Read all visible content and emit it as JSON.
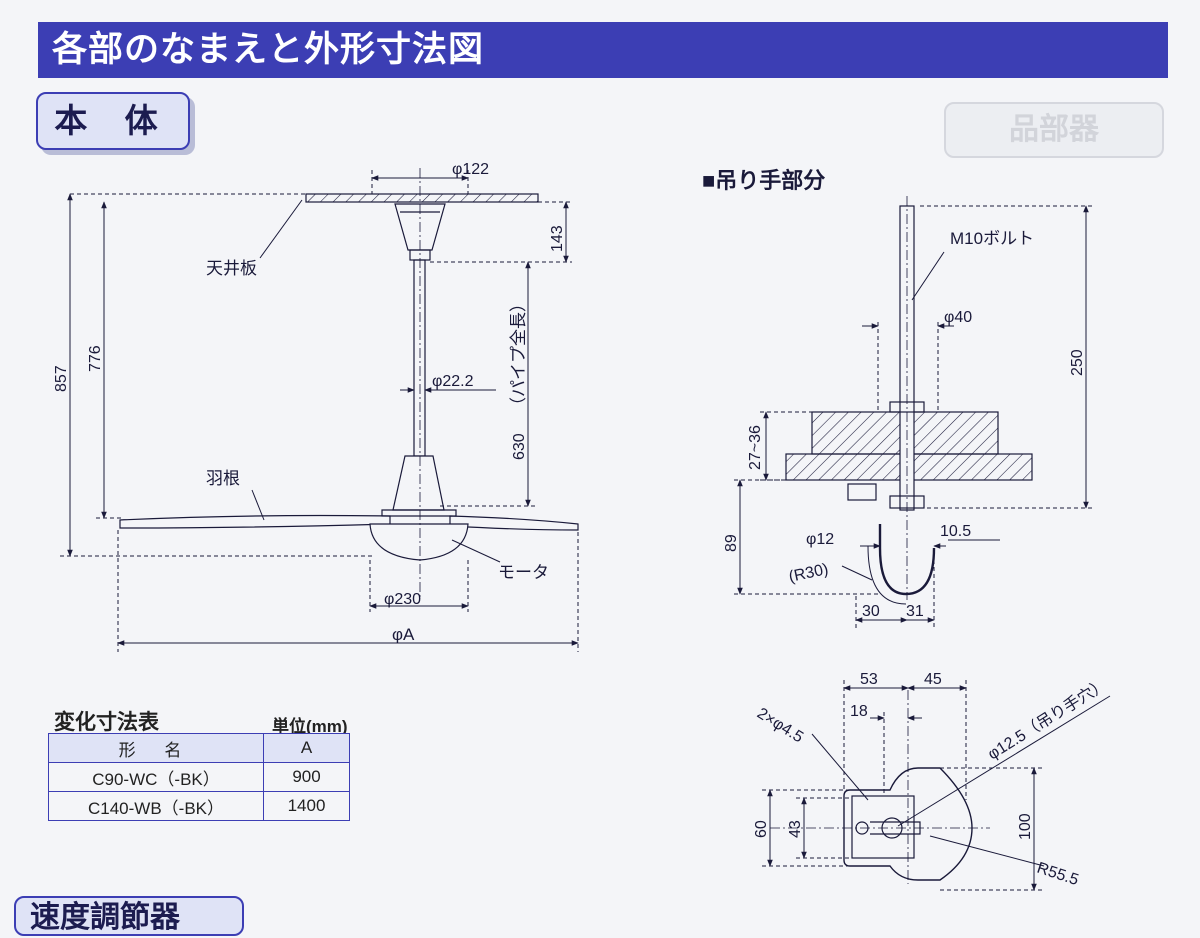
{
  "header": {
    "title": "各部のなまえと外形寸法図"
  },
  "section_tab": {
    "label": "本 体"
  },
  "ghost_tab": {
    "label": "品部器"
  },
  "bottom_tab": {
    "label": "速度調節器"
  },
  "main_diagram": {
    "dim_ceiling_plate": "φ122",
    "dim_143": "143",
    "dim_857": "857",
    "dim_776": "776",
    "label_ceiling_plate": "天井板",
    "dim_pipe_length": "（パイプ全長）",
    "dim_630": "630",
    "dim_pipe_dia": "φ22.2",
    "label_blade": "羽根",
    "label_motor": "モータ",
    "dim_motor_dia": "φ230",
    "dim_span": "φA"
  },
  "hanger_diagram": {
    "heading": "■吊り手部分",
    "label_bolt": "M10ボルト",
    "dim_40": "φ40",
    "dim_250": "250",
    "dim_27_36": "27~36",
    "dim_89": "89",
    "dim_phi12": "φ12",
    "dim_10_5": "10.5",
    "dim_r30": "(R30)",
    "dim_30": "30",
    "dim_31": "31"
  },
  "bracket_diagram": {
    "dim_53": "53",
    "dim_45": "45",
    "dim_18": "18",
    "dim_2x45": "2×φ4.5",
    "dim_hole": "φ12.5（吊り手穴）",
    "dim_60": "60",
    "dim_43": "43",
    "dim_100": "100",
    "dim_r55_5": "R55.5"
  },
  "dims_table": {
    "heading": "変化寸法表",
    "unit": "単位(mm)",
    "columns": [
      "形 名",
      "A"
    ],
    "rows": [
      {
        "model": "C90-WC（-BK）",
        "a": "900"
      },
      {
        "model": "C140-WB（-BK）",
        "a": "1400"
      }
    ]
  },
  "colors": {
    "accent": "#3c3eb4",
    "line": "#1a1a3a"
  }
}
